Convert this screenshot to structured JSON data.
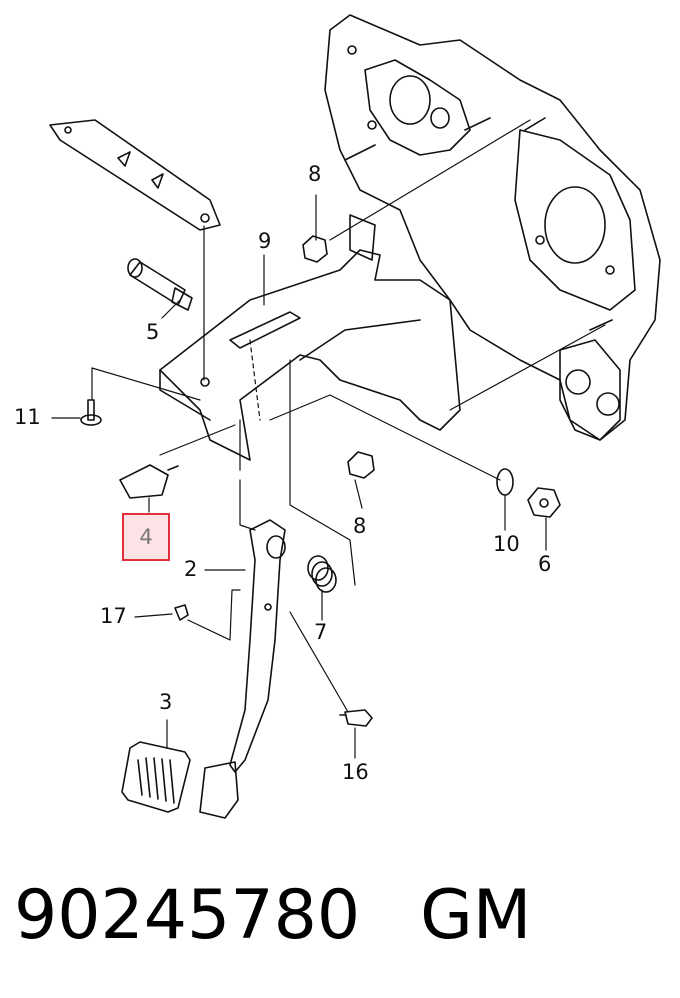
{
  "callouts": {
    "c2": "2",
    "c3": "3",
    "c4": "4",
    "c5": "5",
    "c6": "6",
    "c7": "7",
    "c8a": "8",
    "c8b": "8",
    "c9": "9",
    "c10": "10",
    "c11": "11",
    "c16": "16",
    "c17": "17"
  },
  "highlight_color": "#e0303c",
  "highlight_fill": "#fde3e6",
  "footer": {
    "part_number": "90245780",
    "brand": "GM"
  }
}
